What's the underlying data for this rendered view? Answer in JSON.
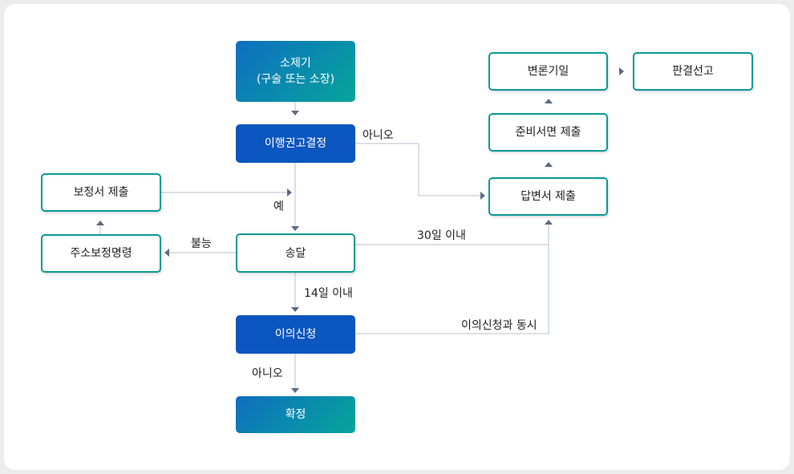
{
  "nodes": {
    "sojegi": {
      "line1": "소제기",
      "line2": "(구술 또는 소장)"
    },
    "ihaeng": "이행권고결정",
    "songdal": "송달",
    "iui": "이의신청",
    "hwakjeong": "확정",
    "bojeongseo": "보정서 제출",
    "jusobojeong": "주소보정명령",
    "dapbyeonseo": "답변서 제출",
    "junbiseomyeon": "준비서면 제출",
    "byeonron": "변론기일",
    "pangyeol": "판결선고"
  },
  "edge_labels": {
    "anio_1": "아니오",
    "ye": "예",
    "bulneung": "불능",
    "within_30": "30일 이내",
    "within_14": "14일 이내",
    "simultaneous": "이의신청과 동시",
    "anio_2": "아니오"
  },
  "colors": {
    "gradient_start": "#0f6ec1",
    "gradient_end": "#06a59b",
    "solid_blue": "#0c56bf",
    "outline_teal": "#0a9a98",
    "connector": "#b9c2cf",
    "arrowhead": "#5b6b82"
  }
}
